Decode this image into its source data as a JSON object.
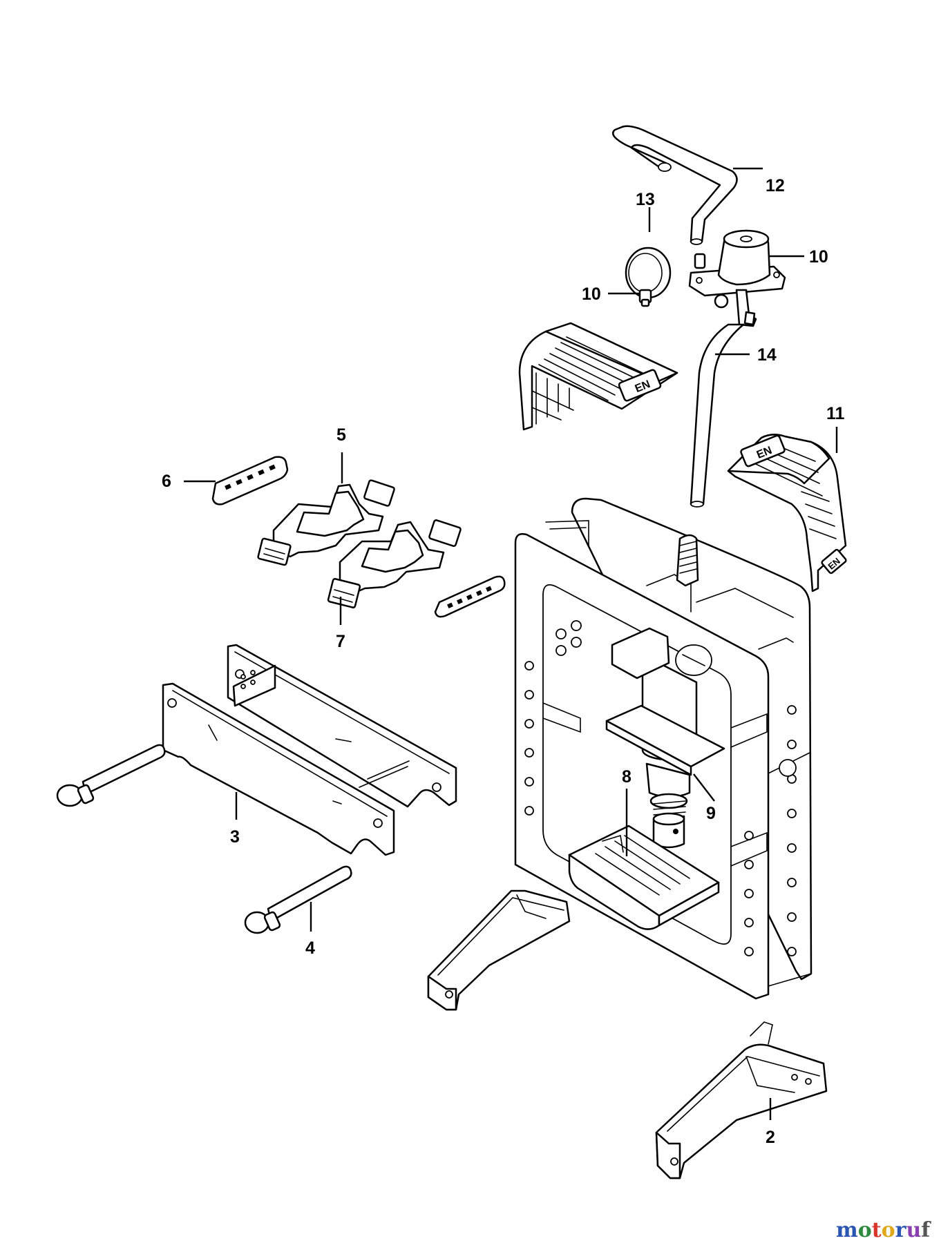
{
  "callouts": [
    {
      "id": "c2",
      "label": "2"
    },
    {
      "id": "c3",
      "label": "3"
    },
    {
      "id": "c4",
      "label": "4"
    },
    {
      "id": "c5",
      "label": "5"
    },
    {
      "id": "c6",
      "label": "6"
    },
    {
      "id": "c7",
      "label": "7"
    },
    {
      "id": "c8",
      "label": "8"
    },
    {
      "id": "c9",
      "label": "9"
    },
    {
      "id": "c10a",
      "label": "10"
    },
    {
      "id": "c10b",
      "label": "10"
    },
    {
      "id": "c11",
      "label": "11"
    },
    {
      "id": "c12",
      "label": "12"
    },
    {
      "id": "c13",
      "label": "13"
    },
    {
      "id": "c14",
      "label": "14"
    }
  ],
  "plate_text": {
    "guard_left": "EN",
    "guard_right": "EN",
    "guard_right_lower": "EN"
  },
  "watermark": {
    "text": "motoruf",
    "colors": [
      "#2a56b3",
      "#2e8b3e",
      "#d9352a",
      "#e0a81c",
      "#2a56b3",
      "#8a3fb0",
      "#555555"
    ]
  }
}
